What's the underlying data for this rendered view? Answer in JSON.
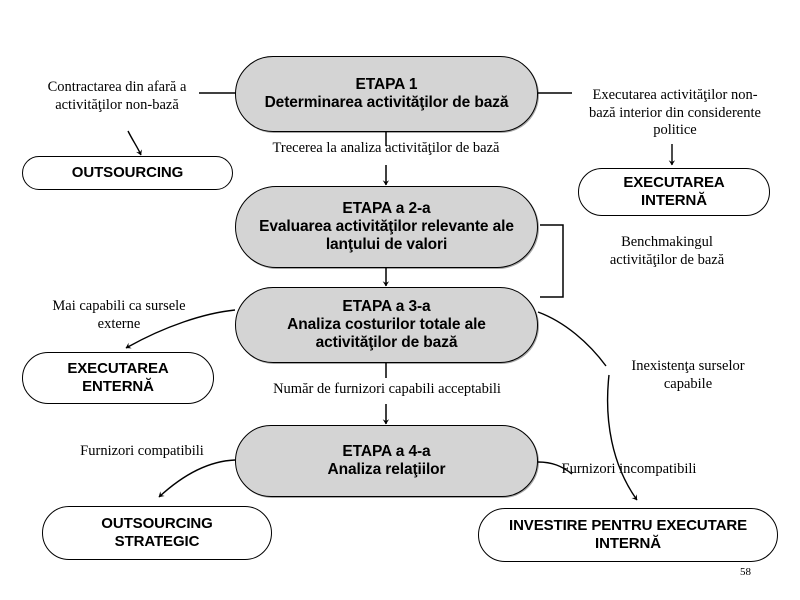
{
  "diagram": {
    "title_page_number": "58",
    "stages": [
      {
        "id": "stage-1",
        "line1": "ETAPA 1",
        "line2": "Determinarea activităţilor de bază"
      },
      {
        "id": "stage-2",
        "line1": "ETAPA a 2-a",
        "line2": "Evaluarea activităţilor relevante ale",
        "line3": "lanţului de valori"
      },
      {
        "id": "stage-3",
        "line1": "ETAPA a 3-a",
        "line2": "Analiza costurilor totale ale",
        "line3": "activităţilor de bază"
      },
      {
        "id": "stage-4",
        "line1": "ETAPA a 4-a",
        "line2": "Analiza relaţiilor"
      }
    ],
    "outcomes": [
      {
        "id": "outsourcing",
        "line1": "OUTSOURCING"
      },
      {
        "id": "executarea-interna",
        "line1": "EXECUTAREA",
        "line2": "INTERNĂ"
      },
      {
        "id": "executarea-enterna",
        "line1": "EXECUTAREA",
        "line2": "ENTERNĂ"
      },
      {
        "id": "outsourcing-strategic",
        "line1": "OUTSOURCING",
        "line2": "STRATEGIC"
      },
      {
        "id": "investire-executare-interna",
        "line1": "INVESTIRE PENTRU EXECUTARE",
        "line2": "INTERNĂ"
      }
    ],
    "notes": [
      {
        "id": "note-contractare",
        "text": "Contractarea din afară a\nactivităţilor  non-bază"
      },
      {
        "id": "note-executare-politice",
        "text": "Executarea activităţilor  non-\nbază interior  din considerente\npolitice"
      },
      {
        "id": "note-trecerea",
        "text": "Trecerea la analiza activităţilor  de bază"
      },
      {
        "id": "note-benchmarking",
        "text": "Benchmakingul\nactivităţilor  de bază"
      },
      {
        "id": "note-mai-capabili",
        "text": "Mai capabili ca sursele\nexterne"
      },
      {
        "id": "note-numar-furnizori",
        "text": "Număr de furnizori capabili  acceptabili"
      },
      {
        "id": "note-inexistenta",
        "text": "Inexistenţa surselor\ncapabile"
      },
      {
        "id": "note-furnizori-compatibili",
        "text": "Furnizori compatibili"
      },
      {
        "id": "note-furnizori-incompatibili",
        "text": "Furnizori incompatibili"
      }
    ],
    "colors": {
      "stage_fill": "#d4d4d4",
      "outcome_fill": "#ffffff",
      "stroke": "#000000",
      "background": "#ffffff"
    }
  }
}
